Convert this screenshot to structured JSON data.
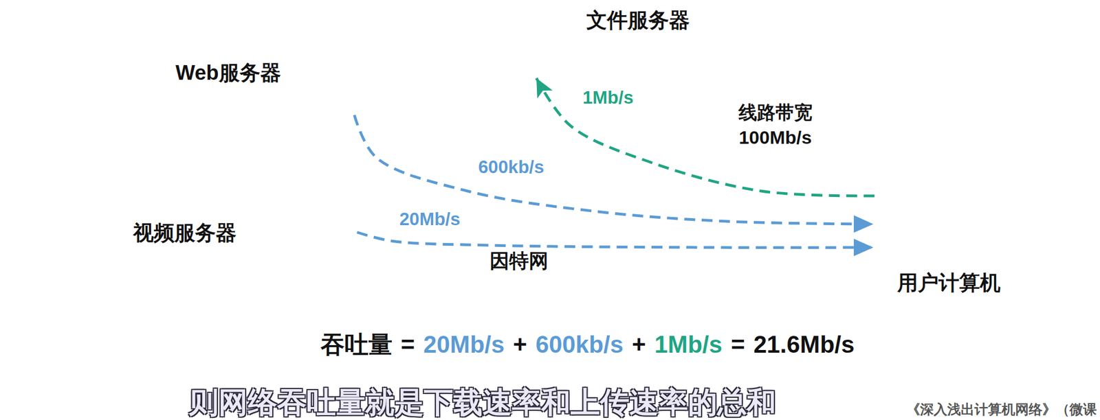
{
  "diagram": {
    "caption": "则网络吞吐量就是下载速率和上传速率的总和",
    "nodes": [
      {
        "text": [
          "文件服务器"
        ]
      },
      {
        "text": [
          "Web服务器"
        ]
      },
      {
        "text": [
          "线路带宽",
          "100Mb/s"
        ]
      },
      {
        "text": [
          "视频服务器"
        ]
      },
      {
        "text": [
          "因特网"
        ]
      },
      {
        "text": [
          "用户计算机"
        ]
      }
    ],
    "edges": [
      {
        "from": 1,
        "to": 5,
        "label": "600kb/s",
        "arrow": "to"
      },
      {
        "from": 3,
        "to": 5,
        "label": "20Mb/s",
        "arrow": "to"
      },
      {
        "from": 5,
        "to": 0,
        "label": "1Mb/s",
        "arrow": "to"
      }
    ],
    "labels": [
      "吞吐量",
      "=",
      "20Mb/s",
      "+",
      "600kb/s",
      "+",
      "1Mb/s",
      "=",
      "21.6Mb/s",
      "《深入浅出计算机网络》（微课"
    ]
  }
}
